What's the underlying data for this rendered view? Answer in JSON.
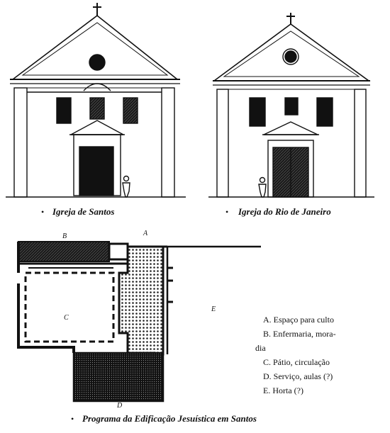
{
  "captions": {
    "church_left": "Igreja de Santos",
    "church_right": "Igreja do Rio de Janeiro",
    "plan": "Programa da Edificação Jesuística em Santos"
  },
  "plan_letters": {
    "a": "A",
    "b": "B",
    "c": "C",
    "d": "D",
    "e": "E"
  },
  "legend": {
    "a": "A.  Espaço para culto",
    "b": "B.  Enfermaria, mora-",
    "b_cont": "dia",
    "c": "C.  Pátio, circulação",
    "d": "D.  Serviço, aulas (?)",
    "e": "E.  Horta (?)"
  },
  "bullet": "•"
}
